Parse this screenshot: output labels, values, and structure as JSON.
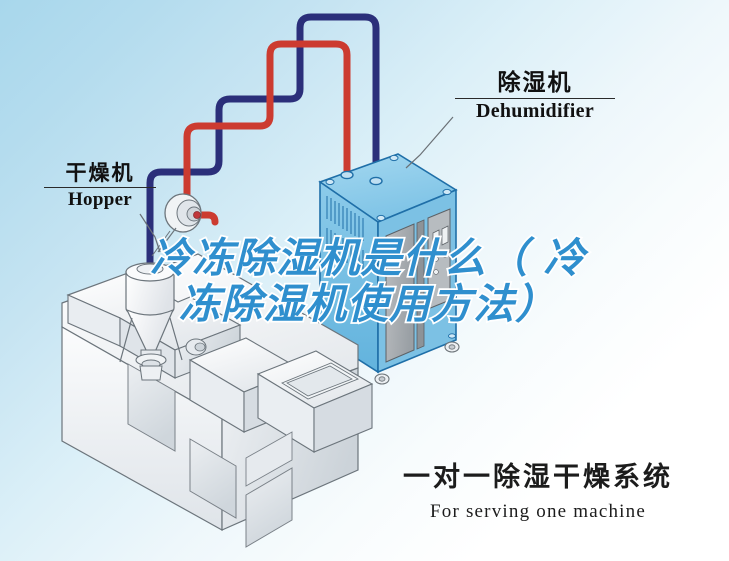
{
  "figure": {
    "type": "isometric-equipment-diagram",
    "background_gradient": [
      "#a8d7ec",
      "#ffffff"
    ],
    "labels": {
      "dehumidifier": {
        "cn": "除湿机",
        "en": "Dehumidifier"
      },
      "hopper": {
        "cn": "干燥机",
        "en": "Hopper"
      }
    },
    "caption": {
      "cn": "一对一除湿干燥系统",
      "en": "For serving one machine"
    },
    "overlay_title": {
      "line1": "冷冻除湿机是什么（ 冷",
      "line2": "冻除湿机使用方法）",
      "color": "#2f8fce",
      "stroke_color": "#ffffff"
    },
    "pipes": [
      {
        "name": "return-air-pipe",
        "color": "#2b2f7a"
      },
      {
        "name": "dry-air-pipe",
        "color": "#cc3b30"
      }
    ],
    "components": {
      "dehumidifier_body_color": "#7ec5e8",
      "dehumidifier_outline_color": "#1f6fa8",
      "machine_body_color": "#f2f4f6",
      "machine_outline_color": "#5b6670"
    }
  }
}
